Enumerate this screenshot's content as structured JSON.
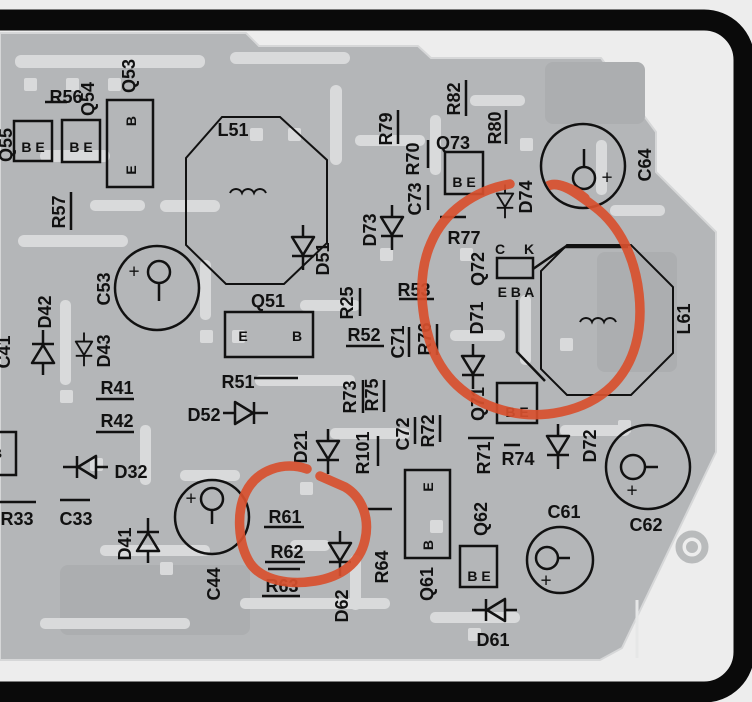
{
  "diagram": {
    "title": "PCB component layout with red marker annotations",
    "colors": {
      "background": "#ededed",
      "board": "#b4b6b8",
      "traces": "#d9dadb",
      "silkscreen": "#111111",
      "annotation_red": "#d8502e",
      "frame_black": "#0a0a0a"
    },
    "labels": {
      "q55": "Q55",
      "r56": "R56",
      "q54": "Q54",
      "q53": "Q53",
      "r57": "R57",
      "l51": "L51",
      "d51": "D51",
      "d73": "D73",
      "r79": "R79",
      "r70": "R70",
      "c73": "C73",
      "q73": "Q73",
      "r82": "R82",
      "r80": "R80",
      "d74": "D74",
      "c64": "C64",
      "r77": "R77",
      "c53": "C53",
      "c41": "C41",
      "d42": "D42",
      "d43": "D43",
      "r41": "R41",
      "r42": "R42",
      "q51": "Q51",
      "r51": "R51",
      "r25": "R25",
      "r52": "R52",
      "r53": "R53",
      "c71": "C71",
      "r76": "R76",
      "d52": "D52",
      "r73": "R73",
      "r75": "R75",
      "c72": "C72",
      "r72": "R72",
      "d21": "D21",
      "r101": "R101",
      "q72": "Q72",
      "d71": "D71",
      "l61": "L61",
      "q71": "Q71",
      "r71": "R71",
      "r74": "R74",
      "d72": "D72",
      "c61": "C61",
      "c62": "C62",
      "d32": "D32",
      "r33": "R33",
      "c33": "C33",
      "d41": "D41",
      "c44": "C44",
      "r61": "R61",
      "r62": "R62",
      "r63": "R63",
      "d62": "D62",
      "r64": "R64",
      "q61": "Q61",
      "q62": "Q62",
      "d61": "D61"
    },
    "pins": {
      "b": "B",
      "e": "E",
      "be": "B E",
      "c": "C",
      "k": "K",
      "a": "A",
      "eba": "E B A",
      "plus": "+"
    }
  }
}
